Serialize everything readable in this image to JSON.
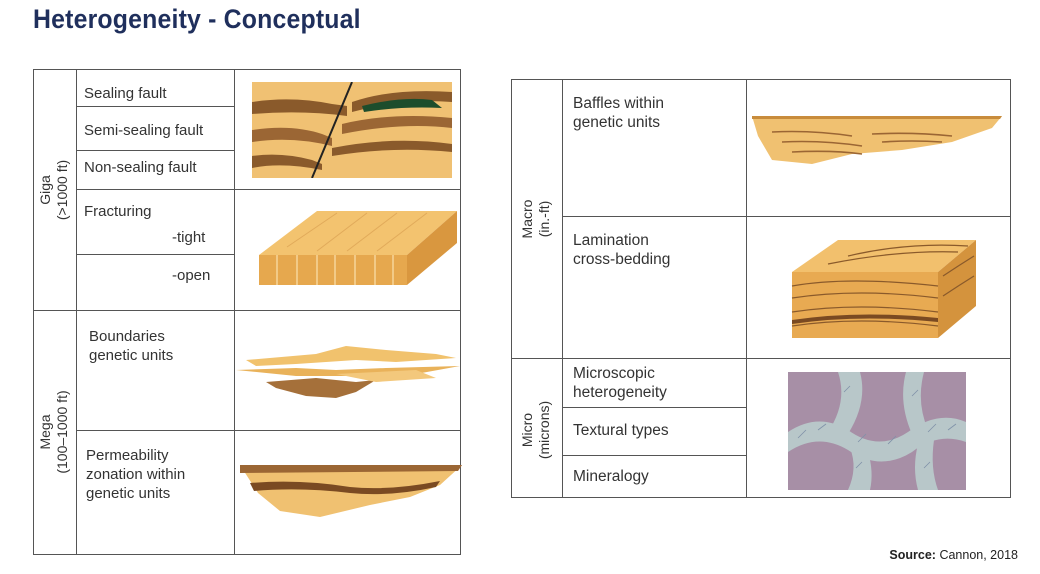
{
  "title": "Heterogeneity - Conceptual",
  "source": {
    "label": "Source:",
    "value": "Cannon, 2018"
  },
  "left_table": {
    "giga": {
      "name": "Giga",
      "range": "(>1000 ft)",
      "rows": [
        "Sealing fault",
        "Semi-sealing fault",
        "Non-sealing fault"
      ],
      "fracturing": {
        "label": "Fracturing",
        "tight": "-tight",
        "open": "-open"
      }
    },
    "mega": {
      "name": "Mega",
      "range": "(100–1000 ft)",
      "boundaries": [
        "Boundaries",
        "genetic units"
      ],
      "permeability": [
        "Permeability",
        "zonation within",
        "genetic units"
      ]
    }
  },
  "right_table": {
    "macro": {
      "name": "Macro",
      "range": "(in.-ft)",
      "baffles": [
        "Baffles within",
        "genetic units"
      ],
      "lamination": [
        "Lamination",
        "cross-bedding"
      ]
    },
    "micro": {
      "name": "Micro",
      "range": "(microns)",
      "rows": [
        [
          "Microscopic",
          "heterogeneity"
        ],
        [
          "Textural types"
        ],
        [
          "Mineralogy"
        ]
      ]
    }
  },
  "colors": {
    "title": "#1f2f5c",
    "sand": "#e8b45a",
    "dark_sand": "#8a5a2b",
    "micro_bg": "#a78fa6"
  }
}
